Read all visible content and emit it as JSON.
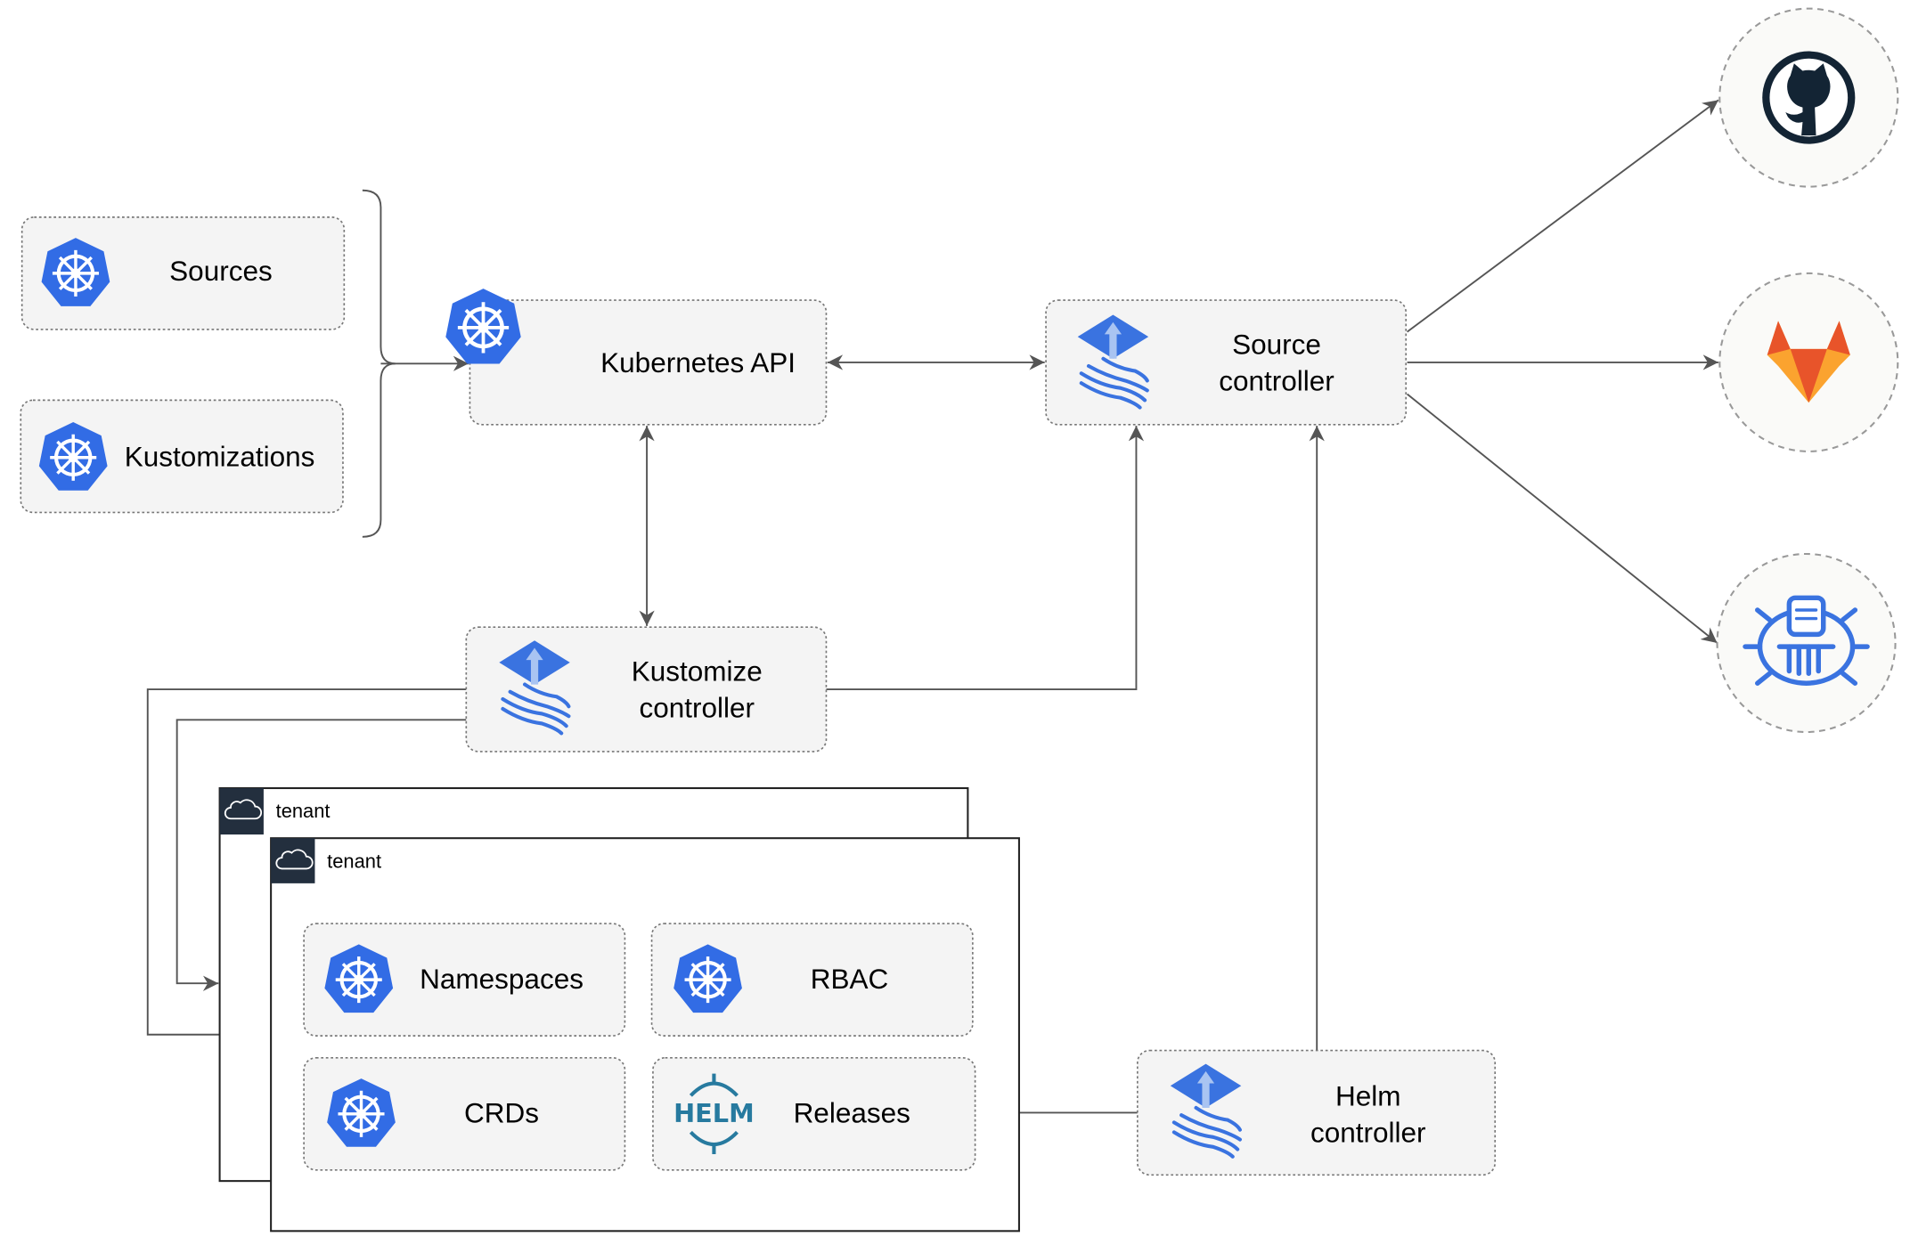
{
  "nodes": {
    "sources": "Sources",
    "kustomizations": "Kustomizations",
    "kubernetes_api": "Kubernetes API",
    "source_controller": [
      "Source",
      "controller"
    ],
    "kustomize_controller": [
      "Kustomize",
      "controller"
    ],
    "helm_controller": [
      "Helm",
      "controller"
    ],
    "namespaces": "Namespaces",
    "rbac": "RBAC",
    "crds": "CRDs",
    "releases": "Releases",
    "helm_logo": "HELM"
  },
  "tenants": [
    "tenant",
    "tenant"
  ],
  "external_sources": [
    "github-icon",
    "gitlab-icon",
    "bucket-icon"
  ],
  "colors": {
    "kubernetes_blue": "#326CE5",
    "flux_blue": "#3A73E0",
    "github_dark": "#132434",
    "gitlab_orange": "#E8542A",
    "gitlab_yellow": "#FBA32F",
    "helm_blue": "#277A9F"
  }
}
